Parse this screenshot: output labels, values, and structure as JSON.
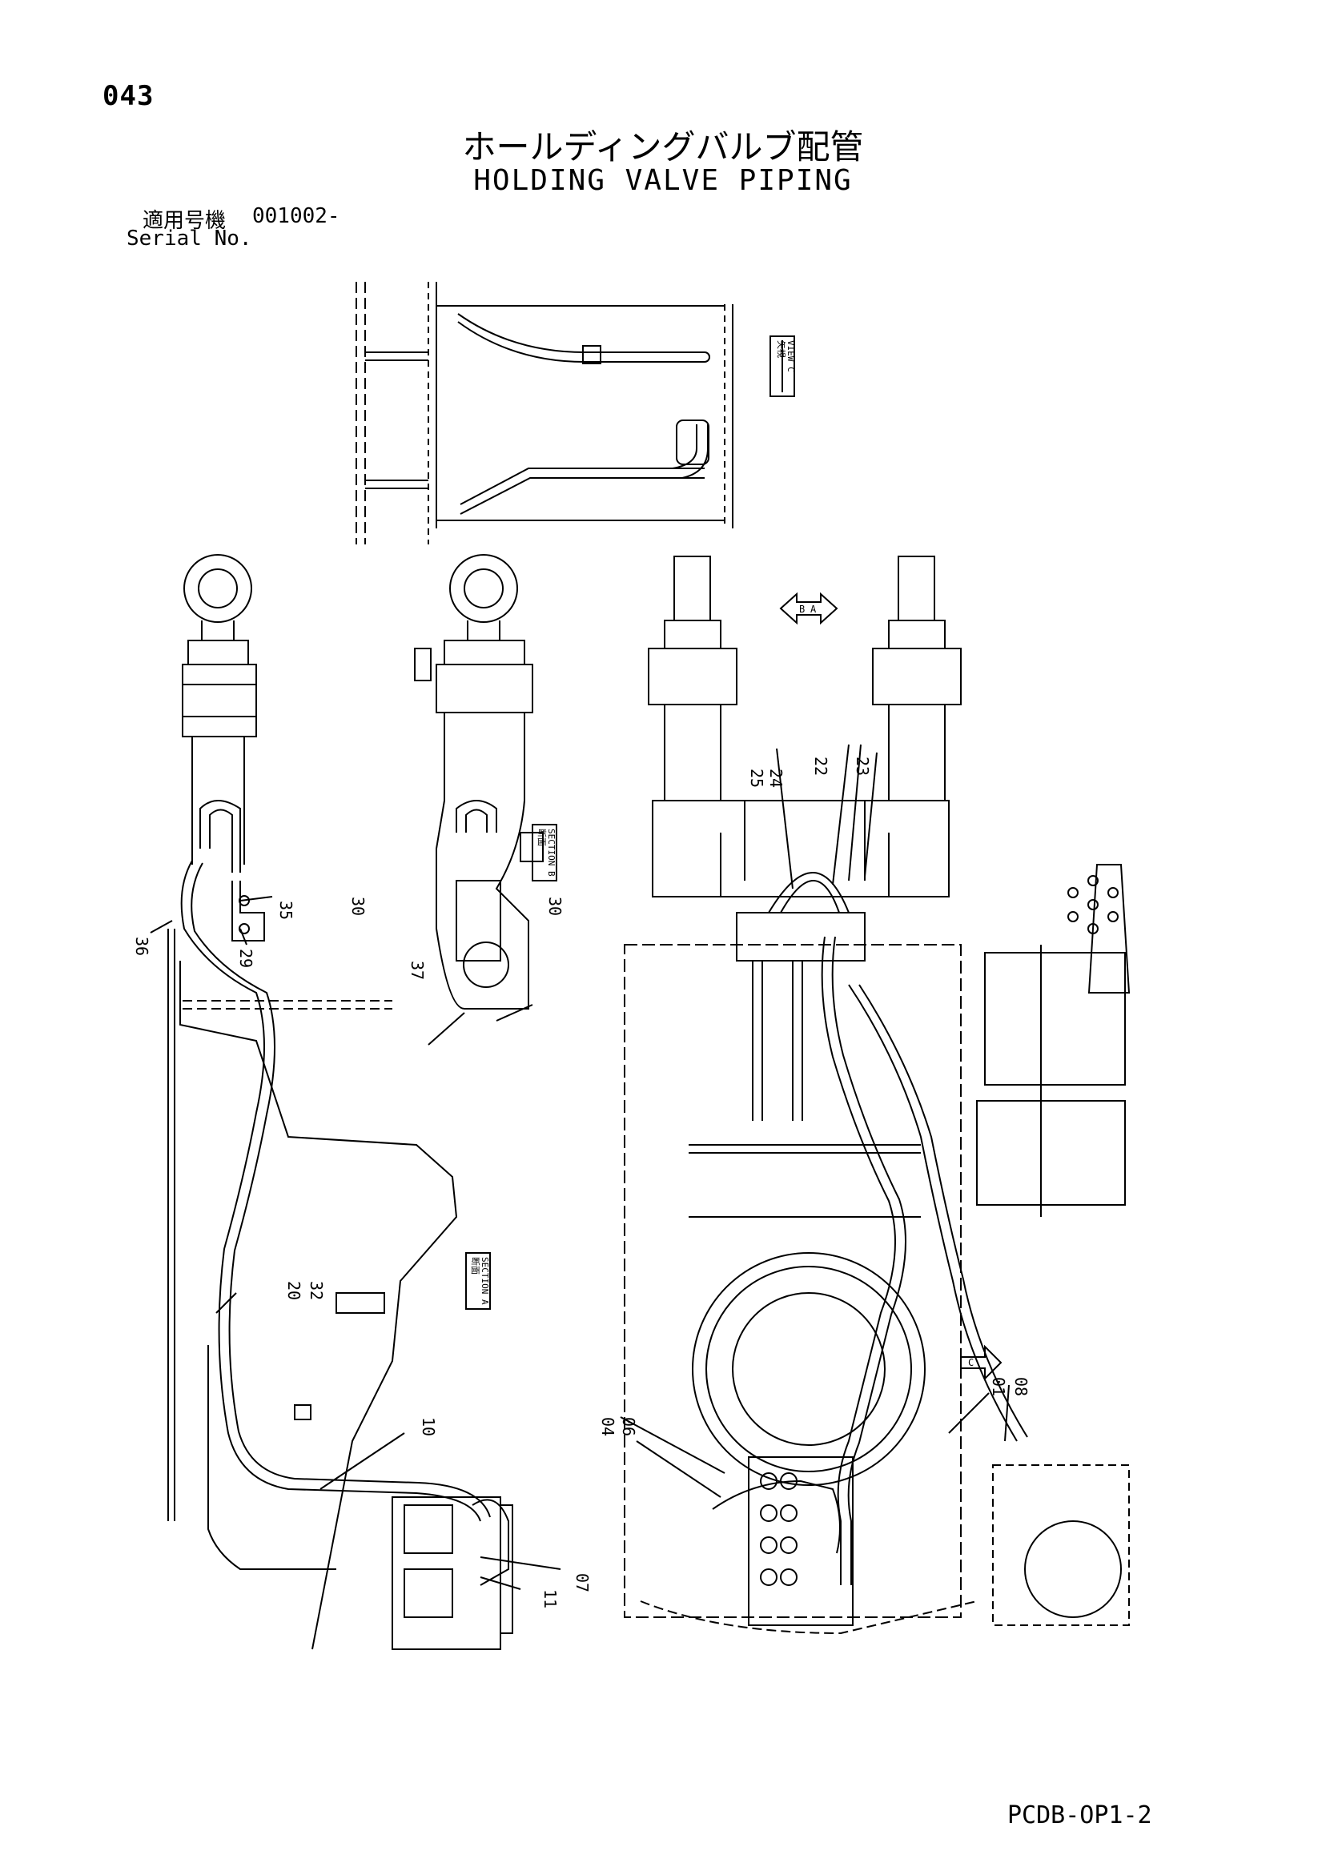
{
  "header": {
    "page_number": "043",
    "title_jp": "ホールディングバルブ配管",
    "title_en": "HOLDING VALVE PIPING"
  },
  "serial": {
    "label_jp": "適用号機",
    "value": "001002-",
    "label_en": "Serial No."
  },
  "callouts": {
    "c35": "35",
    "c36": "36",
    "c29": "29",
    "c30a": "30",
    "c37": "37",
    "c30b": "30",
    "c25": "25",
    "c24": "24",
    "c22": "22",
    "c23": "23",
    "c20": "20",
    "c32": "32",
    "c10": "10",
    "c04": "04",
    "c06": "06",
    "c11": "11",
    "c07": "07",
    "c01": "01",
    "c08": "08"
  },
  "labels": {
    "section_b_jp": "断面",
    "section_b_en": "SECTION B",
    "section_a_jp": "断面",
    "section_a_en": "SECTION A",
    "view_c_jp": "矢視",
    "view_c_en": "VIEW C",
    "arrow_c": "C",
    "arrow_b": "B",
    "arrow_a": "A"
  },
  "footer": {
    "doc_code": "PCDB-OP1-2"
  },
  "colors": {
    "ink": "#000000",
    "paper": "#ffffff"
  }
}
